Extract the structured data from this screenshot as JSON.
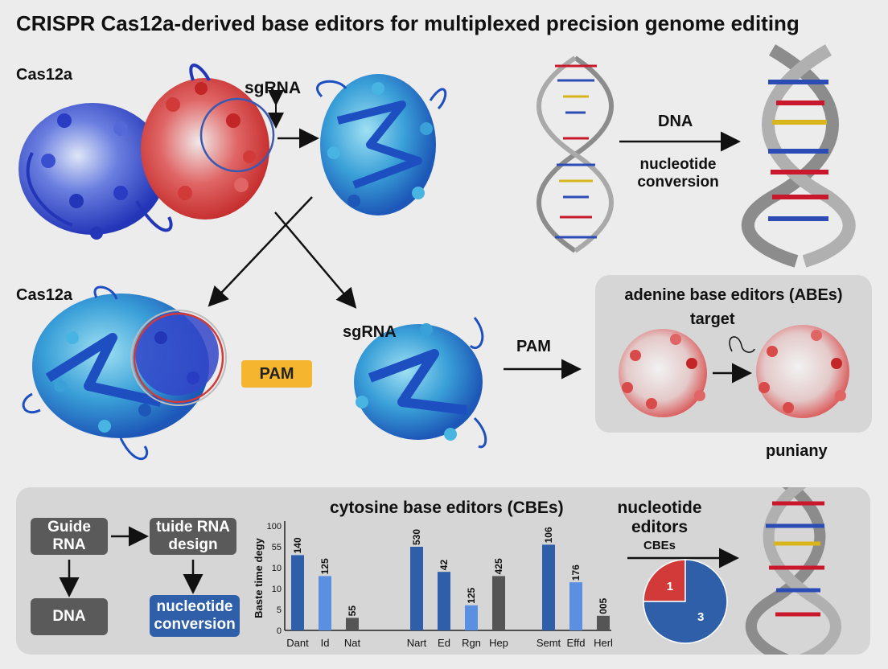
{
  "title": "CRISPR Cas12a-derived base editors for multiplexed precision genome editing",
  "colors": {
    "accent_blue": "#2f5fa8",
    "accent_red": "#d23a3a",
    "pam": "#f5b52e",
    "panel": "#d6d6d6"
  },
  "top_left": {
    "cas12a_label": "Cas12a",
    "sgrna_label": "sgRNA"
  },
  "top_right": {
    "dna_label": "DNA",
    "conversion_label_line1": "nucleotide",
    "conversion_label_line2": "conversion"
  },
  "middle": {
    "cas12a_label": "Cas12a",
    "pam_tag": "PAM",
    "sgrna_label": "sgRNA",
    "pam_arrow_label": "PAM"
  },
  "abe_panel": {
    "title": "adenine base editors (ABEs)",
    "target_label": "target"
  },
  "right_label": "puniany",
  "cbe_panel": {
    "title": "cytosine base editors (CBEs)",
    "flow": {
      "guide_rna": "Guide RNA",
      "tuide_rna_design": "tuide RNA design",
      "dna": "DNA",
      "nucleotide_conversion": "nucleotide conversion"
    },
    "right_title_line1": "nucleotide",
    "right_title_line2": "editors",
    "right_subtitle": "CBEs"
  },
  "chart_data": [
    {
      "type": "bar",
      "ylabel": "Baste time degy",
      "y_ticks": [
        "100",
        "55",
        "10",
        "10",
        "5",
        "0"
      ],
      "groups": [
        {
          "categories": [
            "Dant",
            "Id",
            "Nat"
          ],
          "labels": [
            "140",
            "125",
            "55"
          ],
          "values": [
            72,
            52,
            12
          ],
          "colors": [
            "#2f5fa8",
            "#5b8fe0",
            "#555555"
          ]
        },
        {
          "categories": [
            "Nart",
            "Ed",
            "Rgn",
            "Hep"
          ],
          "labels": [
            "530",
            "42",
            "125",
            "425"
          ],
          "values": [
            80,
            56,
            24,
            52
          ],
          "colors": [
            "#2f5fa8",
            "#2f5fa8",
            "#5b8fe0",
            "#555555"
          ]
        },
        {
          "categories": [
            "Semt",
            "Effd",
            "Herl"
          ],
          "labels": [
            "106",
            "176",
            "005"
          ],
          "values": [
            82,
            46,
            14
          ],
          "colors": [
            "#2f5fa8",
            "#5b8fe0",
            "#555555"
          ]
        }
      ]
    },
    {
      "type": "pie",
      "labels": [
        "1",
        "3"
      ],
      "values": [
        25,
        75
      ],
      "colors": [
        "#d23a3a",
        "#2f5fa8"
      ]
    }
  ]
}
